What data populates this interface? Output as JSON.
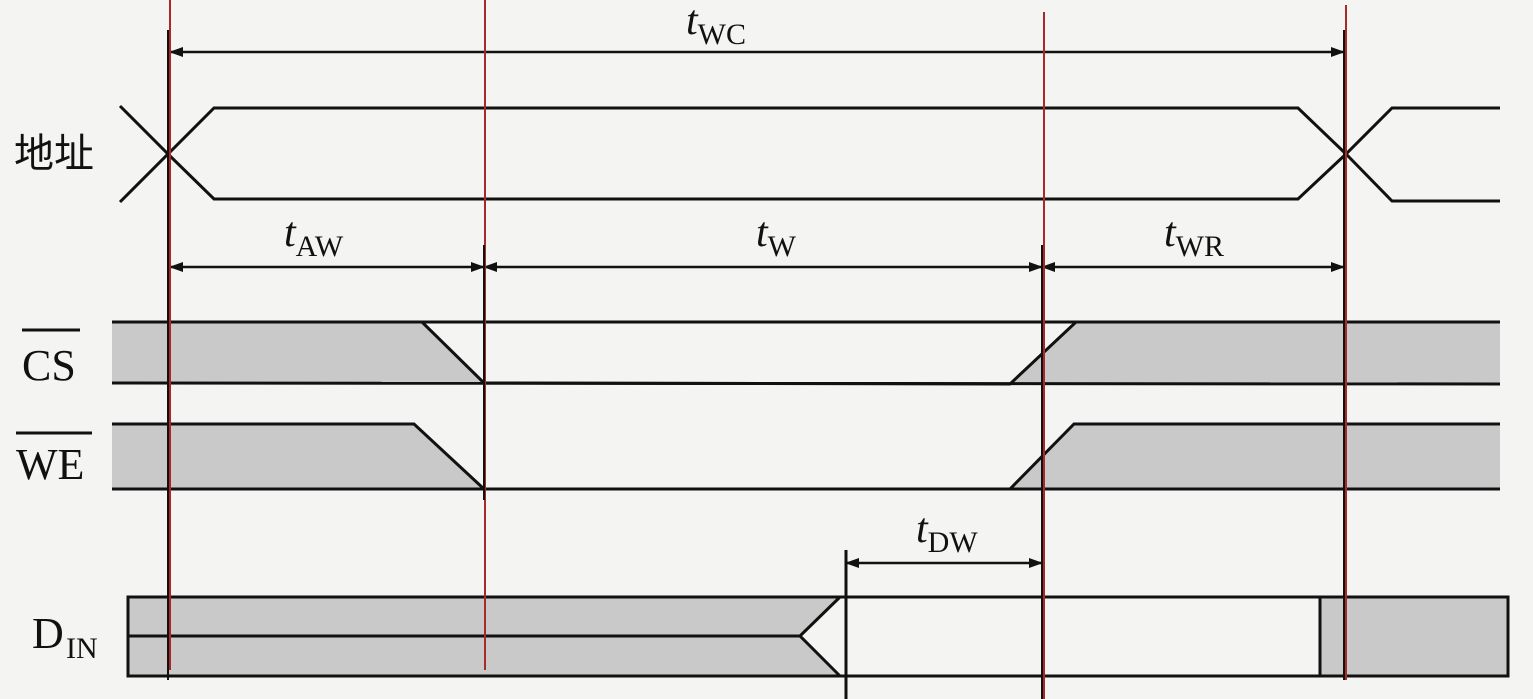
{
  "signals": {
    "address": "地址",
    "cs": "CS",
    "we": "WE",
    "din": {
      "main": "D",
      "sub": "IN"
    }
  },
  "timings": {
    "twc": {
      "t": "t",
      "sub": "WC"
    },
    "taw": {
      "t": "t",
      "sub": "AW"
    },
    "tw": {
      "t": "t",
      "sub": "W"
    },
    "twr": {
      "t": "t",
      "sub": "WR"
    },
    "tdw": {
      "t": "t",
      "sub": "DW"
    }
  },
  "colors": {
    "signal": "#111111",
    "marker": "#a52a2a",
    "hatch": "#c9c9c9",
    "background": "#f4f4f2"
  }
}
